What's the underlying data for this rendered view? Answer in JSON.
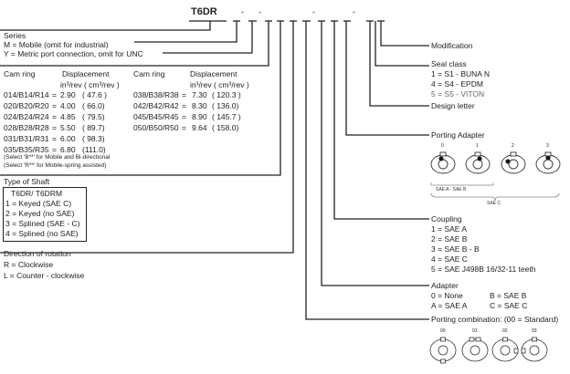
{
  "model_code": {
    "prefix": "T6DR",
    "dashes": [
      "-",
      "-",
      "-",
      "-"
    ]
  },
  "series": {
    "title": "Series",
    "lines": [
      "M = Mobile (omit for industrial)",
      "Y = Metric port connection, omit for UNC"
    ]
  },
  "cam_ring": {
    "headers": {
      "cam_ring": "Cam ring",
      "displacement": "Displacement",
      "units": "in³/rev  ( cm³/rev )"
    },
    "left": [
      {
        "code": "014/B14/R14",
        "eq": "=",
        "value": "2.90",
        "metric": "( 47.6 )"
      },
      {
        "code": "020/B20/R20",
        "eq": "=",
        "value": "4.00",
        "metric": "( 66.0)"
      },
      {
        "code": "024/B24/R24",
        "eq": "=",
        "value": "4.85",
        "metric": "( 79.5)"
      },
      {
        "code": "028/B28/R28",
        "eq": "=",
        "value": "5.50",
        "metric": "( 89.7)"
      },
      {
        "code": "031/B31/R31",
        "eq": "=",
        "value": "6.00",
        "metric": "( 98.3)"
      },
      {
        "code": "035/B35/R35",
        "eq": "=",
        "value": "6.80",
        "metric": "(111.0)"
      }
    ],
    "right": [
      {
        "code": "038/B38/R38",
        "eq": "=",
        "value": "7.30",
        "metric": "( 120.3 )"
      },
      {
        "code": "042/B42/R42",
        "eq": "=",
        "value": "8.30",
        "metric": "( 136.0)"
      },
      {
        "code": "045/B45/R45",
        "eq": "=",
        "value": "8.90",
        "metric": "( 145.7 )"
      },
      {
        "code": "050/B50/R50",
        "eq": "=",
        "value": "9.64",
        "metric": "( 158.0)"
      }
    ],
    "notes": [
      "(Select 'B**' for Mobile and Bi-directional",
      "(Select 'R**' for Mobile-spring assisted)"
    ]
  },
  "shaft": {
    "title": "Type of Shaft",
    "header": "T6DR/  T6DRM",
    "lines": [
      "1 = Keyed (SAE C)",
      "2 = Keyed (no SAE)",
      "3 = Splined (SAE - C)",
      "4 = Splined (no SAE)"
    ]
  },
  "rotation": {
    "title": "Direction of rotation",
    "lines": [
      "R = Clockwise",
      "L = Counter - clockwise"
    ]
  },
  "modification": {
    "title": "Modification"
  },
  "seal": {
    "title": "Seal class",
    "lines": [
      "1 = S1 - BUNA N",
      "4 = S4 - EPDM",
      "5 = S5 - VITON"
    ]
  },
  "design_letter": {
    "title": "Design letter"
  },
  "porting_adapter": {
    "title": "Porting Adapter",
    "labels": [
      "0",
      "1",
      "2",
      "3"
    ],
    "sae_ab": "SAE A - SAE B",
    "sae_c": "SAE C"
  },
  "coupling": {
    "title": "Coupling",
    "lines": [
      "1 = SAE A",
      "2 = SAE B",
      "3 = SAE B - B",
      "4 = SAE C",
      "5 =  SAE J498B 16/32-11 teeth"
    ]
  },
  "adapter": {
    "title": "Adapter",
    "rows": [
      [
        "0 = None",
        "B = SAE B"
      ],
      [
        "A = SAE A",
        "C = SAE C"
      ]
    ]
  },
  "porting_combination": {
    "title": "Porting combination: (00 = Standard)",
    "labels": [
      "00",
      "01",
      "02",
      "03"
    ]
  }
}
